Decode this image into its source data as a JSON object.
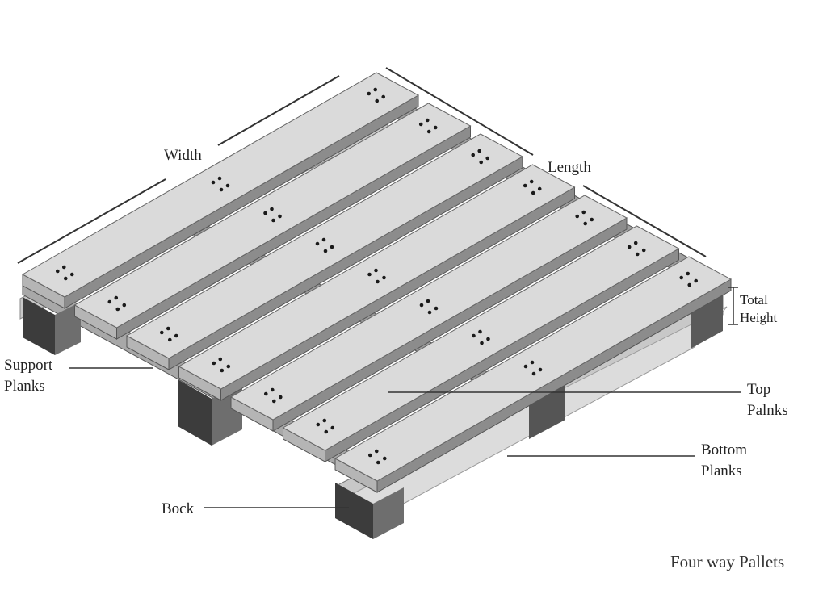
{
  "diagram": {
    "labels": {
      "width": "Width",
      "length": "Length",
      "total_height_line1": "Total",
      "total_height_line2": "Height",
      "support_line1": "Support",
      "support_line2": "Planks",
      "top_line1": "Top",
      "top_line2": "Palnks",
      "bottom_line1": "Bottom",
      "bottom_line2": "Planks",
      "bock": "Bock"
    },
    "caption": "Four way Pallets",
    "top_plank_count": 7,
    "colors": {
      "plank_top": "#dadada",
      "plank_front": "#8c8c8c",
      "plank_side": "#b5b5b5",
      "block_dark": "#3c3c3c",
      "block_mid": "#6e6e6e",
      "bottom_plank": "#c8c8c8",
      "line": "#333333",
      "nail": "#1a1a1a"
    }
  }
}
